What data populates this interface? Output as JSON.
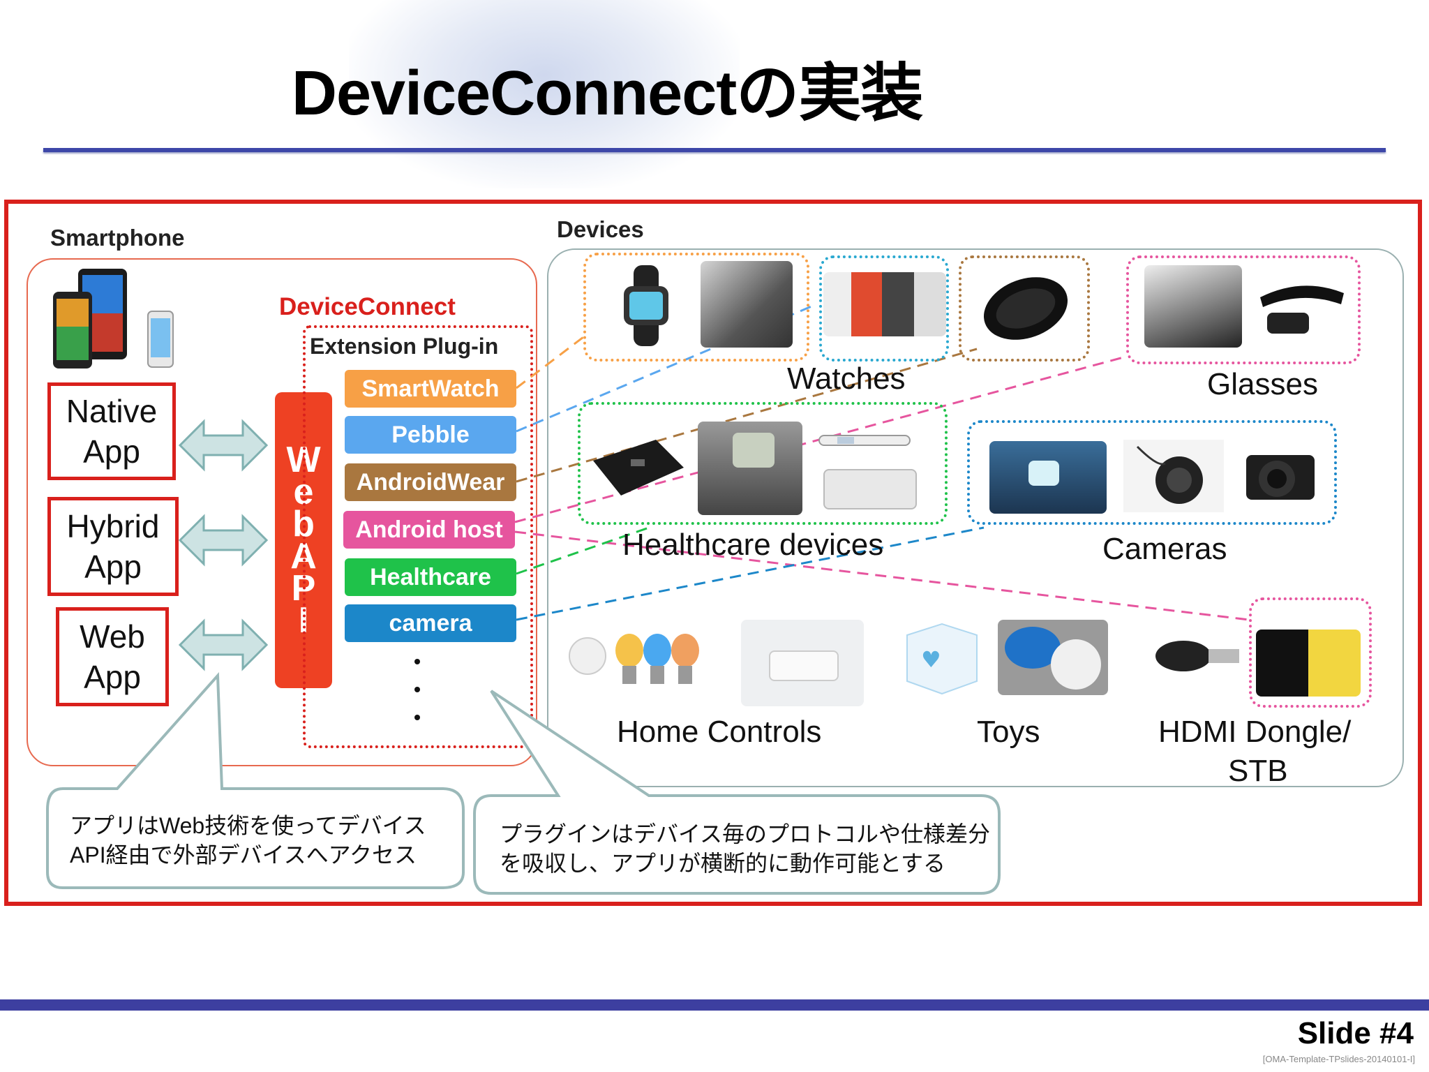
{
  "slide": {
    "title": "DeviceConnectの実装",
    "slide_number": "Slide #4",
    "template_id": "[OMA-Template-TPslides-20140101-I]"
  },
  "smartphone": {
    "label": "Smartphone",
    "apps": [
      {
        "line1": "Native",
        "line2": "App"
      },
      {
        "line1": "Hybrid",
        "line2": "App"
      },
      {
        "line1": "Web",
        "line2": "App"
      }
    ]
  },
  "deviceconnect": {
    "label": "DeviceConnect",
    "webapi": [
      "W",
      "e",
      "b",
      "A",
      "P",
      "I"
    ],
    "plugin_title": "Extension Plug-in",
    "plugins": [
      {
        "label": "SmartWatch",
        "color": "#f7a046"
      },
      {
        "label": "Pebble",
        "color": "#5aa7ef"
      },
      {
        "label": "AndroidWear",
        "color": "#a9773f"
      },
      {
        "label": "Android host",
        "color": "#e6559e"
      },
      {
        "label": "Healthcare",
        "color": "#1fc24a"
      },
      {
        "label": "camera",
        "color": "#1c87c9"
      }
    ]
  },
  "devices": {
    "label": "Devices",
    "groups": {
      "watches": "Watches",
      "glasses": "Glasses",
      "healthcare": "Healthcare devices",
      "cameras": "Cameras",
      "home_controls": "Home Controls",
      "toys": "Toys",
      "hdmi_line1": "HDMI Dongle/",
      "hdmi_line2": "STB"
    }
  },
  "callouts": {
    "left": {
      "line1": "アプリはWeb技術を使ってデバイス",
      "line2": "API経由で外部デバイスへアクセス"
    },
    "right": {
      "line1": "プラグインはデバイス毎のプロトコルや仕様差分",
      "line2": "を吸収し、アプリが横断的に動作可能とする"
    }
  },
  "colors": {
    "accent_red": "#d9201c",
    "title_rule": "#3d47a8",
    "webapi": "#ee4123"
  }
}
